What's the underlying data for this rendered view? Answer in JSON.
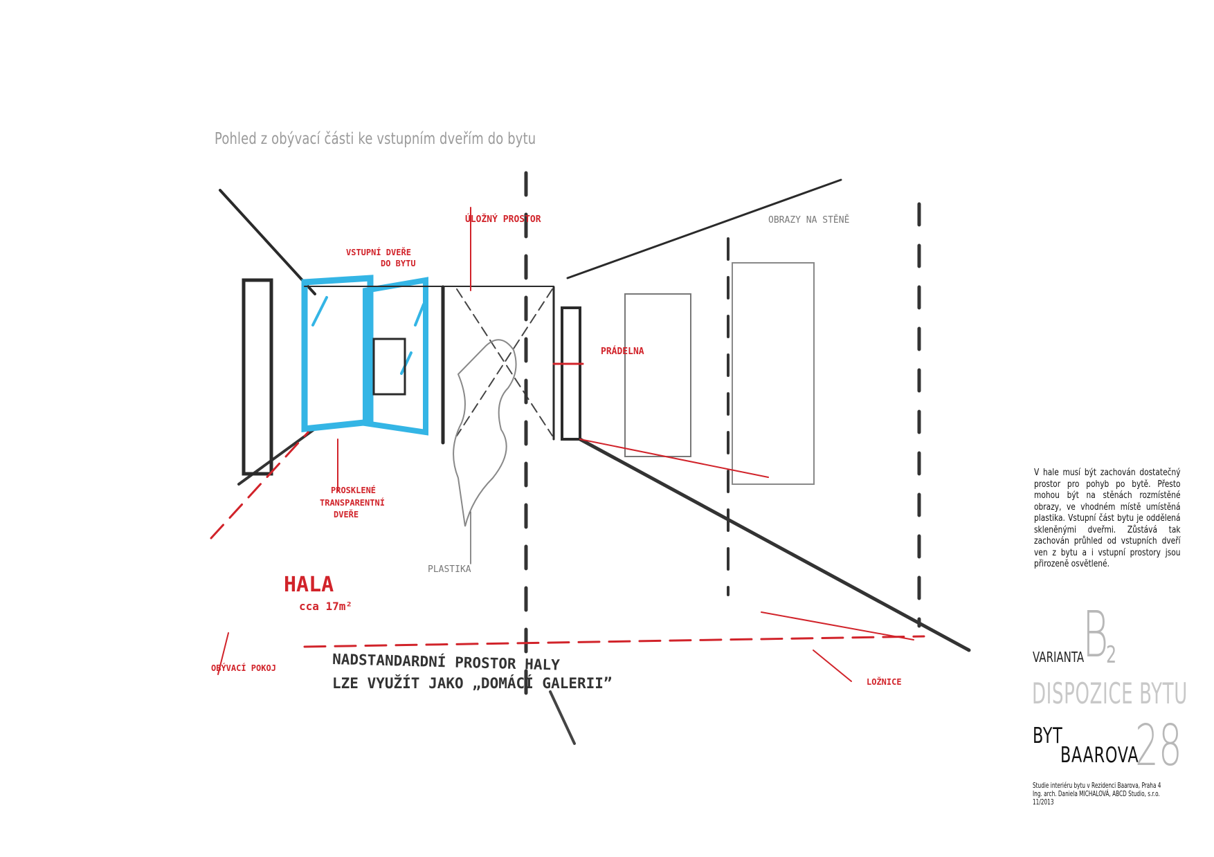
{
  "title": "Pohled z obývací části ke vstupním dveřím do bytu",
  "sketch_labels": {
    "storage": "ÚLOŽNÝ PROSTOR",
    "entrance_doors_line1": "VSTUPNÍ DVEŘE",
    "entrance_doors_line2": "DO BYTU",
    "pictures_on_wall": "OBRAZY NA STĚNĚ",
    "laundry": "PRÁDELNA",
    "glazed_line1": "PROSKLENÉ",
    "glazed_line2": "TRANSPARENTNÍ",
    "glazed_line3": "DVEŘE",
    "sculpture": "PLASTIKA",
    "hall": "HALA",
    "hall_area": "cca 17m²",
    "living_room": "OBÝVACÍ POKOJ",
    "bedroom": "LOŽNICE",
    "note_line1": "NADSTANDARDNÍ PROSTOR HALY",
    "note_line2": "LZE VYUŽÍT JAKO „DOMÁCÍ GALERII”"
  },
  "description": "V hale musí být zachován dostatečný prostor pro pohyb po bytě. Přesto mohou být na stěnách rozmístěné obrazy, ve vhodném místě umístěná plastika. Vstupní část bytu je oddělená skleněnými dveřmi. Zůstává tak zachován průhled od vstupních dveří ven z bytu a i vstupní prostory jsou přirozeně osvětlené.",
  "variant": {
    "label": "VARIANTA",
    "letter": "B",
    "index": "2"
  },
  "layout_heading": "DISPOZICE BYTU",
  "logo": {
    "line1": "BYT",
    "line2": "BAAROVA",
    "number": "28"
  },
  "credits": [
    "Studie interiéru bytu v Rezidenci Baarova, Praha 4",
    "Ing. arch. Daniela MICHALOVÁ, ABCD Studio, s.r.o.",
    "11/2013"
  ],
  "colors": {
    "red": "#d1232a",
    "blue": "#34b5e5",
    "ink": "#2a2a2a",
    "grey": "#9a9a9a"
  }
}
